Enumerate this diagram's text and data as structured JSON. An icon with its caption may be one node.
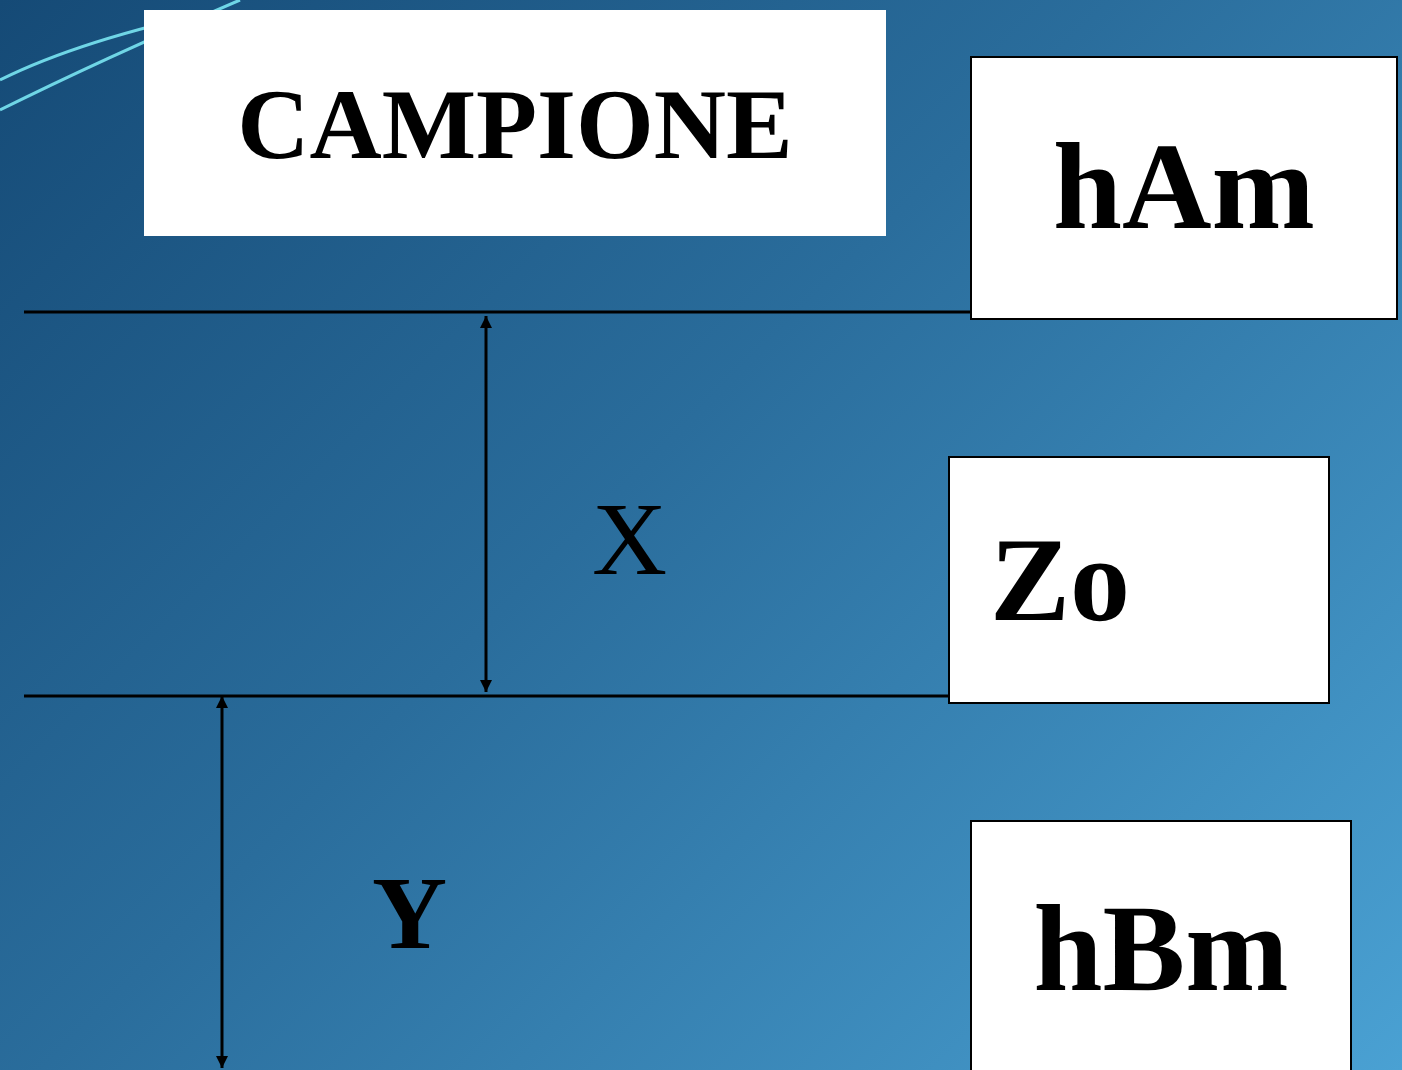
{
  "diagram": {
    "nodes": [
      {
        "text": [
          "CAMPIONE"
        ]
      },
      {
        "text": [
          "hAm"
        ]
      },
      {
        "text": [
          "Zo"
        ]
      },
      {
        "text": [
          "hBm"
        ]
      }
    ],
    "edges": [
      {
        "from": null,
        "to": 1,
        "arrow": "none"
      },
      {
        "from": null,
        "to": 2,
        "arrow": "none"
      }
    ],
    "labels": [
      "X",
      "Y"
    ]
  }
}
